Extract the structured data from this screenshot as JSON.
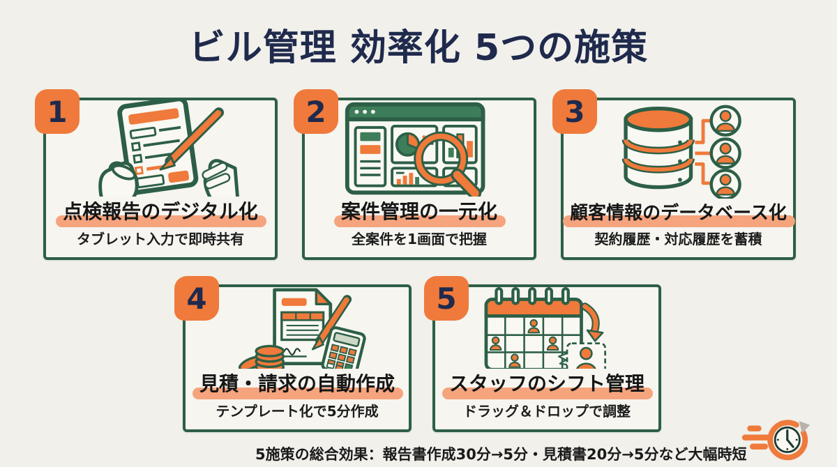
{
  "title": "ビル管理 効率化 5つの施策",
  "cards": [
    {
      "number": "1",
      "title": "点検報告のデジタル化",
      "subtitle": "タブレット入力で即時共有",
      "icon": "tablet-report-icon"
    },
    {
      "number": "2",
      "title": "案件管理の一元化",
      "subtitle": "全案件を1画面で把握",
      "icon": "dashboard-magnifier-icon"
    },
    {
      "number": "3",
      "title": "顧客情報のデータベース化",
      "subtitle": "契約履歴・対応履歴を蓄積",
      "icon": "database-customers-icon"
    },
    {
      "number": "4",
      "title": "見積・請求の自動作成",
      "subtitle": "テンプレート化で5分作成",
      "icon": "invoice-calculator-icon"
    },
    {
      "number": "5",
      "title": "スタッフのシフト管理",
      "subtitle": "ドラッグ＆ドロップで調整",
      "icon": "shift-calendar-icon"
    }
  ],
  "footer": {
    "summary": "5施策の総合効果：報告書作成30分→5分・見積書20分→5分など大幅時短",
    "icon": "speed-clock-icon"
  },
  "colors": {
    "background": "#f1f0eb",
    "card_background": "#f6f5f0",
    "outline_green": "#2d5f46",
    "fill_green": "#3e7d5a",
    "accent_orange": "#ef7a3b",
    "highlight_salmon": "#f5a47d",
    "title_navy": "#1f2a4c",
    "text_black": "#1a1a1a"
  }
}
